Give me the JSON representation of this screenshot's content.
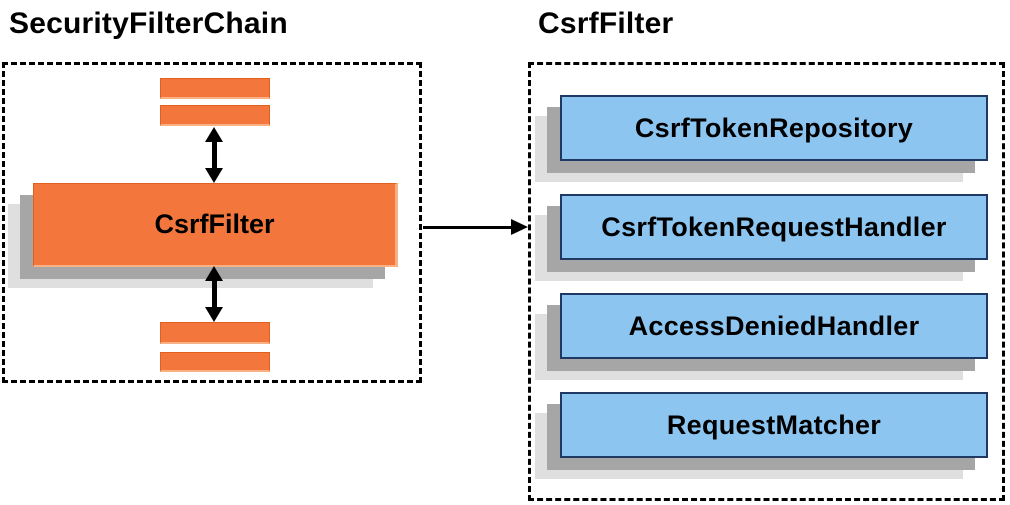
{
  "diagram": {
    "left_panel": {
      "title": "SecurityFilterChain",
      "filter_label": "CsrfFilter"
    },
    "right_panel": {
      "title": "CsrfFilter",
      "components": [
        "CsrfTokenRepository",
        "CsrfTokenRequestHandler",
        "AccessDeniedHandler",
        "RequestMatcher"
      ]
    }
  },
  "colors": {
    "orange_fill": "#f3773c",
    "orange_border": "#e2601f",
    "orange_light_edge": "#f9b183",
    "blue_fill": "#8dc5f1",
    "blue_border": "#1f3864",
    "shadow_dark": "#a6a6a6",
    "shadow_light": "#dfdfdf",
    "line_color": "#000000"
  }
}
